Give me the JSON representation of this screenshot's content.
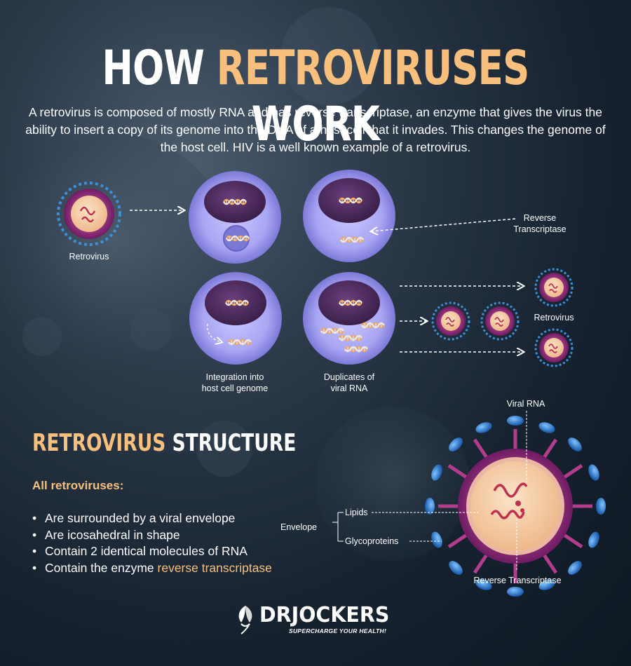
{
  "title": {
    "part1": "HOW ",
    "highlight": "RETROVIRUSES",
    "part2": " WORK"
  },
  "intro": "A retrovirus is composed of mostly RNA and has reverse transcriptase, an enzyme that gives the virus the ability to insert a copy of its genome into the DNA of a host cell that it invades. This changes the genome of the host cell. HIV is a well known example of a retrovirus.",
  "diagram": {
    "retrovirus_label": "Retrovirus",
    "reverse_transcriptase_label_line1": "Reverse",
    "reverse_transcriptase_label_line2": "Transcriptase",
    "integration_label_line1": "Integration into",
    "integration_label_line2": "host cell genome",
    "duplicates_label_line1": "Duplicates of",
    "duplicates_label_line2": "viral RNA",
    "retrovirus_output_label": "Retrovirus"
  },
  "structure": {
    "title_highlight": "RETROVIRUS",
    "title_rest": " STRUCTURE",
    "subhead": "All retroviruses:",
    "bullets": [
      "Are surrounded by a viral envelope",
      "Are icosahedral in shape",
      "Contain 2 identical molecules of RNA"
    ],
    "bullet4_prefix": "Contain the enzyme ",
    "bullet4_highlight": "reverse transcriptase",
    "labels": {
      "viral_rna": "Viral RNA",
      "envelope": "Envelope",
      "lipids": "Lipids",
      "glycoproteins": "Glycoproteins",
      "reverse_transcriptase": "Reverse Transcriptase"
    }
  },
  "logo": {
    "name": "DRJOCKERS",
    "tagline": "SUPERCHARGE YOUR HEALTH!"
  },
  "colors": {
    "highlight": "#f8c07c",
    "cell_outer": "#9e9cf0",
    "nucleus": "#4a2a58",
    "virus_core": "#f2c6a0",
    "virus_spikes": "#b43c8c",
    "envelope_dots": "#3d8fd6"
  }
}
